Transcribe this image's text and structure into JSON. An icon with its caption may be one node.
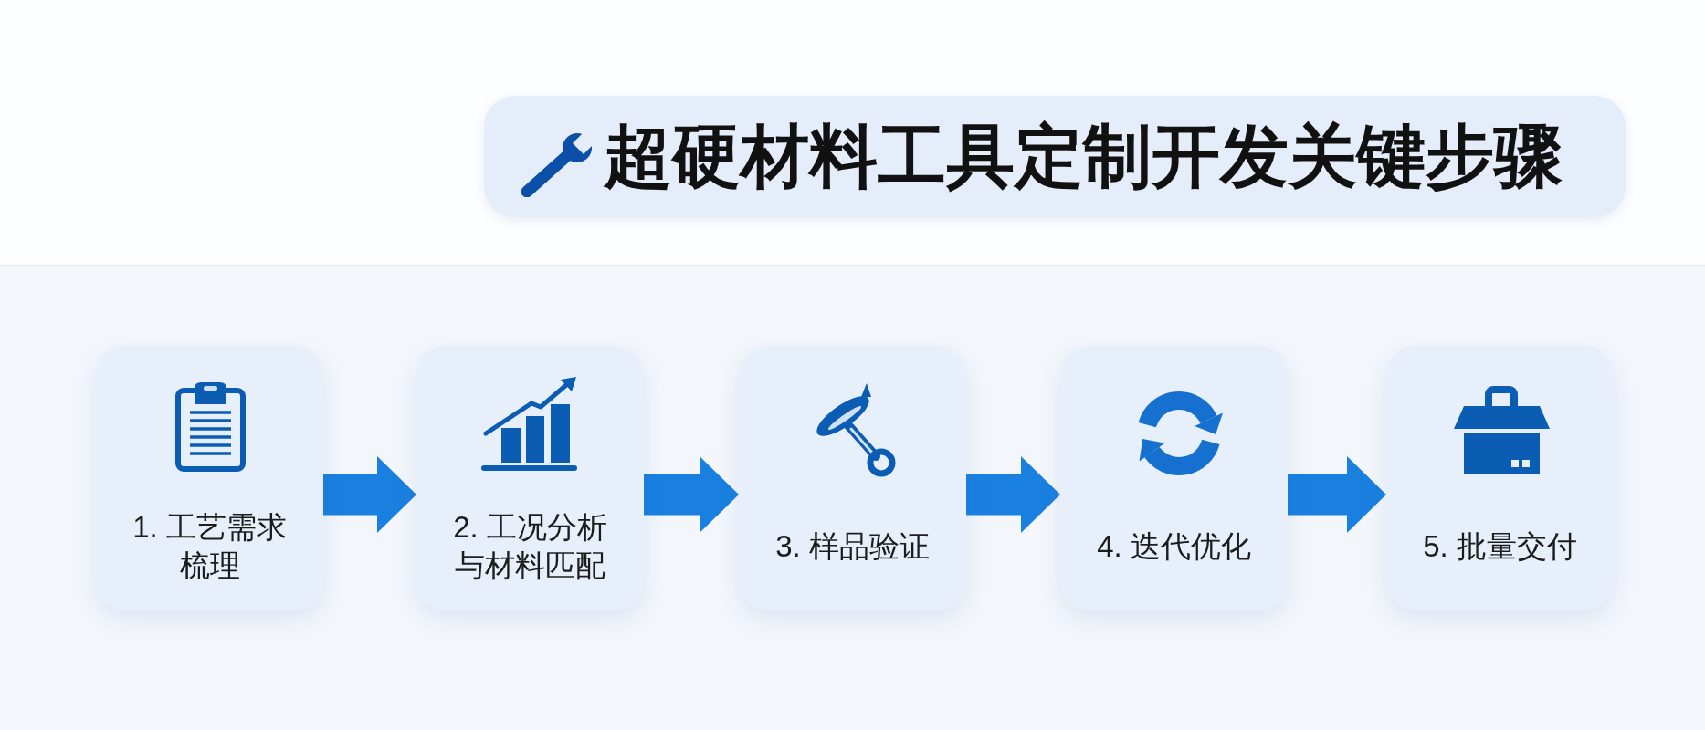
{
  "diagram": {
    "title": "超硬材料工具定制开发关键步骤",
    "nodes": [
      {
        "text": [
          "1. 工艺需求梳理"
        ]
      },
      {
        "text": [
          "2. 工况分析与材料匹配"
        ]
      },
      {
        "text": [
          "3. 样品验证"
        ]
      },
      {
        "text": [
          "4. 迭代优化"
        ]
      },
      {
        "text": [
          "5. 批量交付"
        ]
      }
    ],
    "edges": [
      {
        "from": 0,
        "to": 1,
        "arrow": "to"
      },
      {
        "from": 1,
        "to": 2,
        "arrow": "to"
      },
      {
        "from": 2,
        "to": 3,
        "arrow": "to"
      },
      {
        "from": 3,
        "to": 4,
        "arrow": "to"
      }
    ]
  }
}
